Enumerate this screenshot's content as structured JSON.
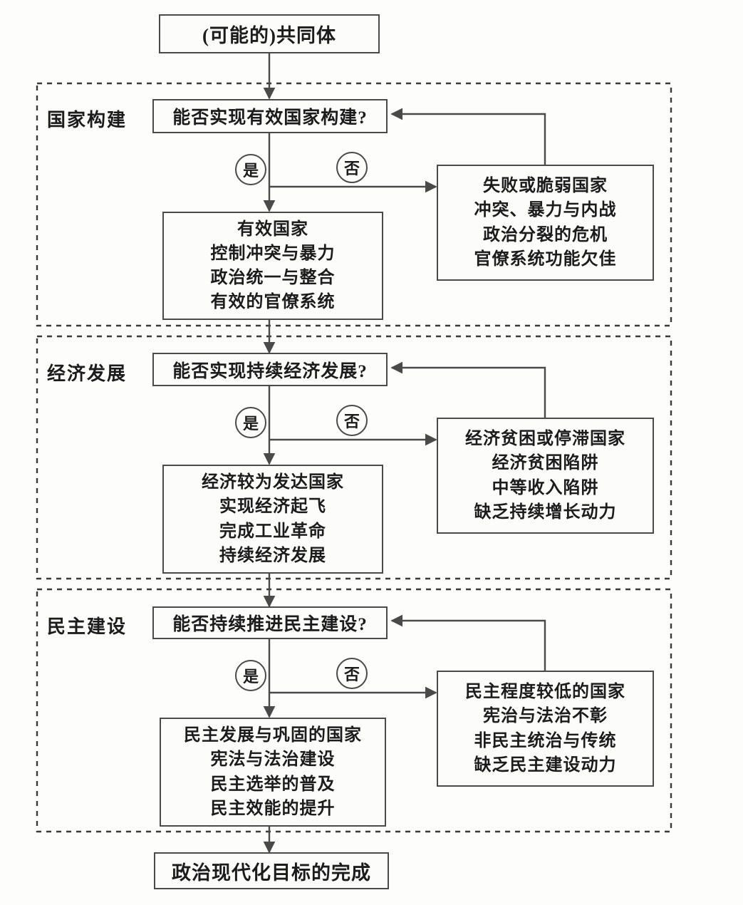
{
  "diagram": {
    "title_box": {
      "label": "(可能的)共同体"
    },
    "final_box": {
      "label": "政治现代化目标的完成"
    },
    "branch_yes": "是",
    "branch_no": "否",
    "sections": [
      {
        "label": "国家构建",
        "decision": "能否实现有效国家构建?",
        "success": {
          "lines": [
            "有效国家",
            "控制冲突与暴力",
            "政治统一与整合",
            "有效的官僚系统"
          ]
        },
        "failure": {
          "lines": [
            "失败或脆弱国家",
            "冲突、暴力与内战",
            "政治分裂的危机",
            "官僚系统功能欠佳"
          ]
        }
      },
      {
        "label": "经济发展",
        "decision": "能否实现持续经济发展?",
        "success": {
          "lines": [
            "经济较为发达国家",
            "实现经济起飞",
            "完成工业革命",
            "持续经济发展"
          ]
        },
        "failure": {
          "lines": [
            "经济贫困或停滞国家",
            "经济贫困陷阱",
            "中等收入陷阱",
            "缺乏持续增长动力"
          ]
        }
      },
      {
        "label": "民主建设",
        "decision": "能否持续推进民主建设?",
        "success": {
          "lines": [
            "民主发展与巩固的国家",
            "宪法与法治建设",
            "民主选举的普及",
            "民主效能的提升"
          ]
        },
        "failure": {
          "lines": [
            "民主程度较低的国家",
            "宪治与法治不彰",
            "非民主统治与传统",
            "缺乏民主建设动力"
          ]
        }
      }
    ],
    "colors": {
      "stroke": "#4a4a4a",
      "text": "#1c1c1c",
      "background": "#fdfdfc"
    }
  }
}
